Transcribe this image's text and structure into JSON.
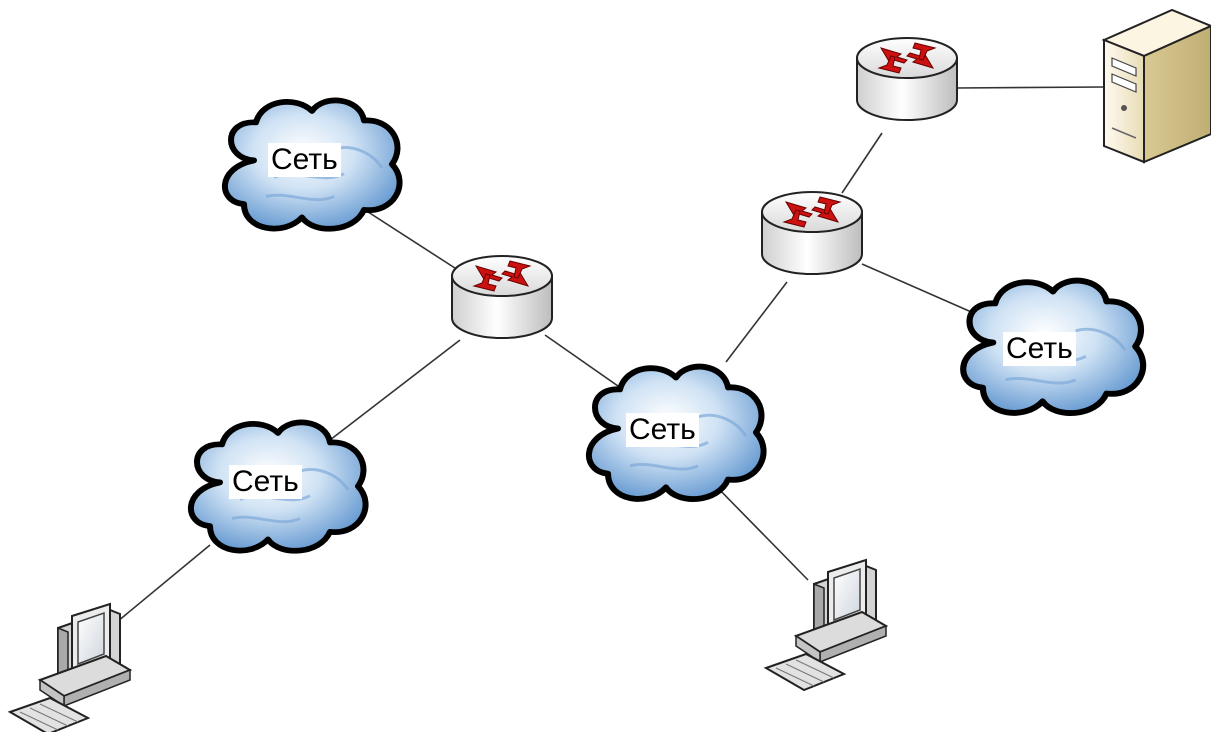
{
  "nodes": {
    "network_top_left": {
      "label": "Сеть"
    },
    "network_center": {
      "label": "Сеть"
    },
    "network_left": {
      "label": "Сеть"
    },
    "network_right": {
      "label": "Сеть"
    }
  },
  "colors": {
    "link": "#333333",
    "router_arrow": "#cc1111",
    "router_body": "#e9e9e9",
    "cloud_fill": "#a9c9ea",
    "cloud_outline": "#000000",
    "server_body": "#f2e8c6",
    "computer_body": "#e6e6e6"
  },
  "icons": {
    "router": "router-icon",
    "cloud": "cloud-icon",
    "server": "server-icon",
    "computer": "computer-icon"
  }
}
